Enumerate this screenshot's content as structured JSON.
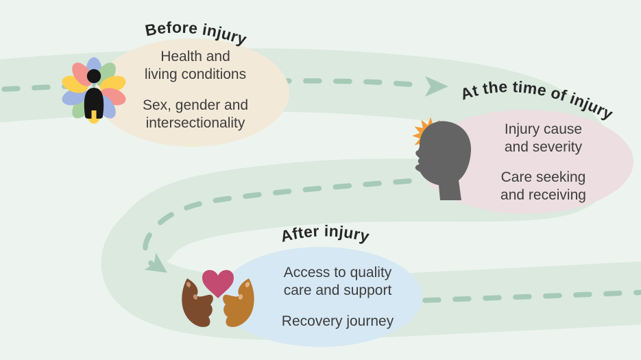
{
  "stages": [
    {
      "title": "Before injury",
      "bubble_color": "#f3e9d8",
      "icon": "person-flower-icon",
      "items": [
        {
          "line1": "Health and",
          "line2": "living conditions"
        },
        {
          "line1": "Sex, gender and",
          "line2": "intersectionality"
        }
      ]
    },
    {
      "title": "At the time of injury",
      "bubble_color": "#ecdee1",
      "icon": "injured-head-icon",
      "items": [
        {
          "line1": "Injury cause",
          "line2": "and severity"
        },
        {
          "line1": "Care seeking",
          "line2": "and receiving"
        }
      ]
    },
    {
      "title": "After injury",
      "bubble_color": "#d6e8f3",
      "icon": "hands-holding-heart-icon",
      "items": [
        {
          "line1": "Access to quality",
          "line2": "care and support"
        },
        {
          "line1": "Recovery journey",
          "line2": ""
        }
      ]
    }
  ],
  "path": {
    "background_color": "#edf4ef",
    "road_color": "#dbe9df",
    "dash_color": "#a6cab6"
  },
  "icon_colors": {
    "petal_blue": "#9fb4e2",
    "petal_green": "#a8cf9e",
    "petal_yellow": "#fccf4e",
    "petal_pink": "#f4948e",
    "person": "#161616",
    "head": "#646464",
    "starburst": "#f29d3a",
    "heart": "#c34a70",
    "hand_left": "#7c4b2e",
    "hand_right": "#b9792f",
    "nail_left": "#c4906c",
    "nail_right": "#e2b286"
  }
}
